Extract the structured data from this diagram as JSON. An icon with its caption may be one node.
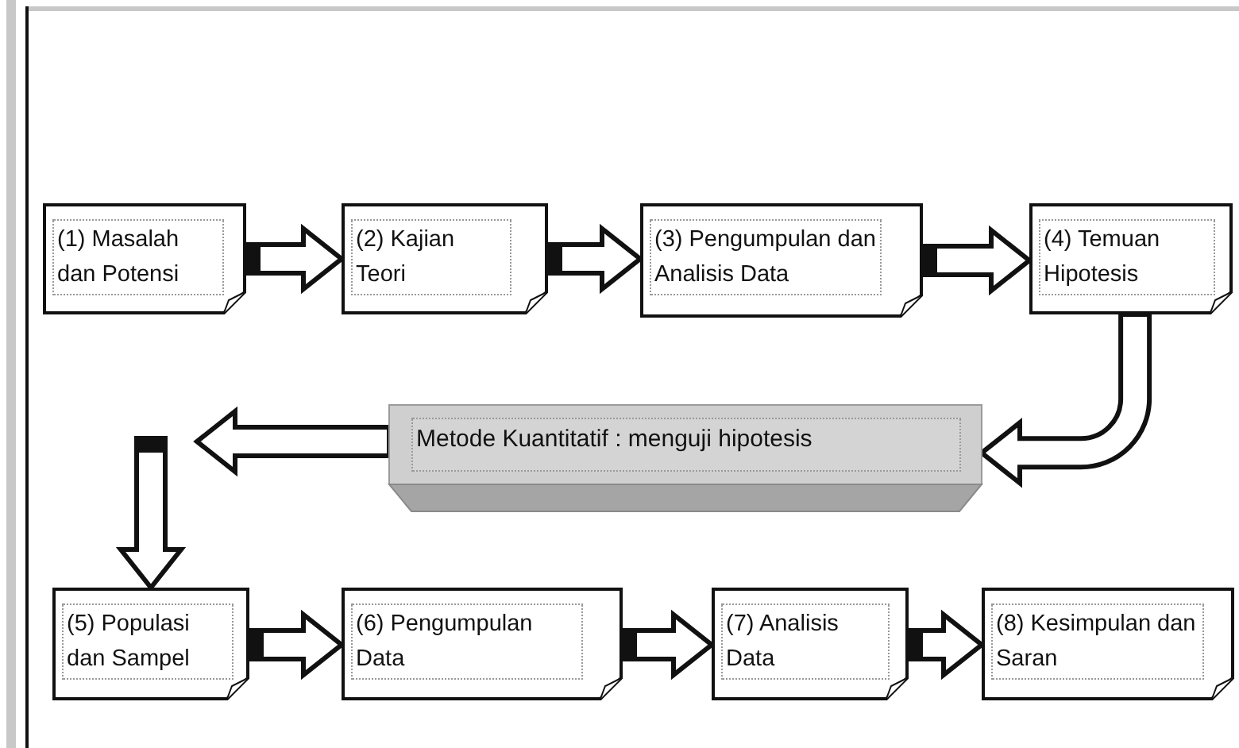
{
  "diagram": {
    "nodes": [
      {
        "text": [
          "(1) Masalah dan Potensi"
        ]
      },
      {
        "text": [
          "(2) Kajian Teori"
        ]
      },
      {
        "text": [
          "(3) Pengumpulan dan Analisis Data"
        ]
      },
      {
        "text": [
          "(4) Temuan Hipotesis"
        ]
      },
      {
        "text": [
          "Metode Kuantitatif : menguji hipotesis"
        ]
      },
      {
        "text": [
          "(5) Populasi dan Sampel"
        ]
      },
      {
        "text": [
          "(6) Pengumpulan Data"
        ]
      },
      {
        "text": [
          "(7) Analisis Data"
        ]
      },
      {
        "text": [
          "(8) Kesimpulan dan Saran"
        ]
      }
    ],
    "edges": [
      {
        "from": 0,
        "to": 1,
        "arrow": "to"
      },
      {
        "from": 1,
        "to": 2,
        "arrow": "to"
      },
      {
        "from": 2,
        "to": 3,
        "arrow": "to"
      },
      {
        "from": 3,
        "to": 4,
        "arrow": "to"
      },
      {
        "from": 4,
        "to": null,
        "arrow": "to"
      },
      {
        "from": null,
        "to": 5,
        "arrow": "to"
      },
      {
        "from": 5,
        "to": 6,
        "arrow": "to"
      },
      {
        "from": 6,
        "to": 7,
        "arrow": "to"
      },
      {
        "from": 7,
        "to": 8,
        "arrow": "to"
      }
    ]
  }
}
